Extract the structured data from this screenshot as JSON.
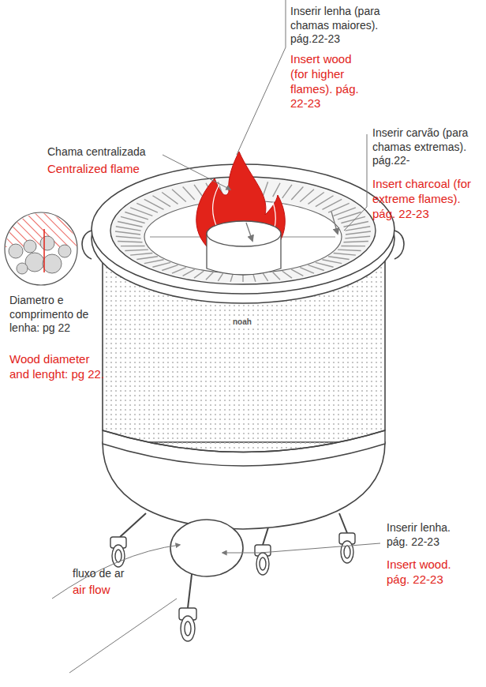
{
  "diagram": {
    "labels": [
      "Inserir lenha (para chamas maiores). pág.22-23",
      "Insert wood (for higher flames). pág. 22-23",
      "Inserir carvão (para chamas extremas). pág.22-",
      "Insert charcoal (for extreme flames). pág. 22-23",
      "Chama centralizada",
      "Centralized flame",
      "Diametro e comprimento de lenha: pg 22",
      "Wood diameter and lenght: pg 22.",
      "Inserir lenha. pág. 22-23",
      "Insert wood. pág. 22-23",
      "fluxo de ar",
      "air flow",
      "noah"
    ]
  }
}
